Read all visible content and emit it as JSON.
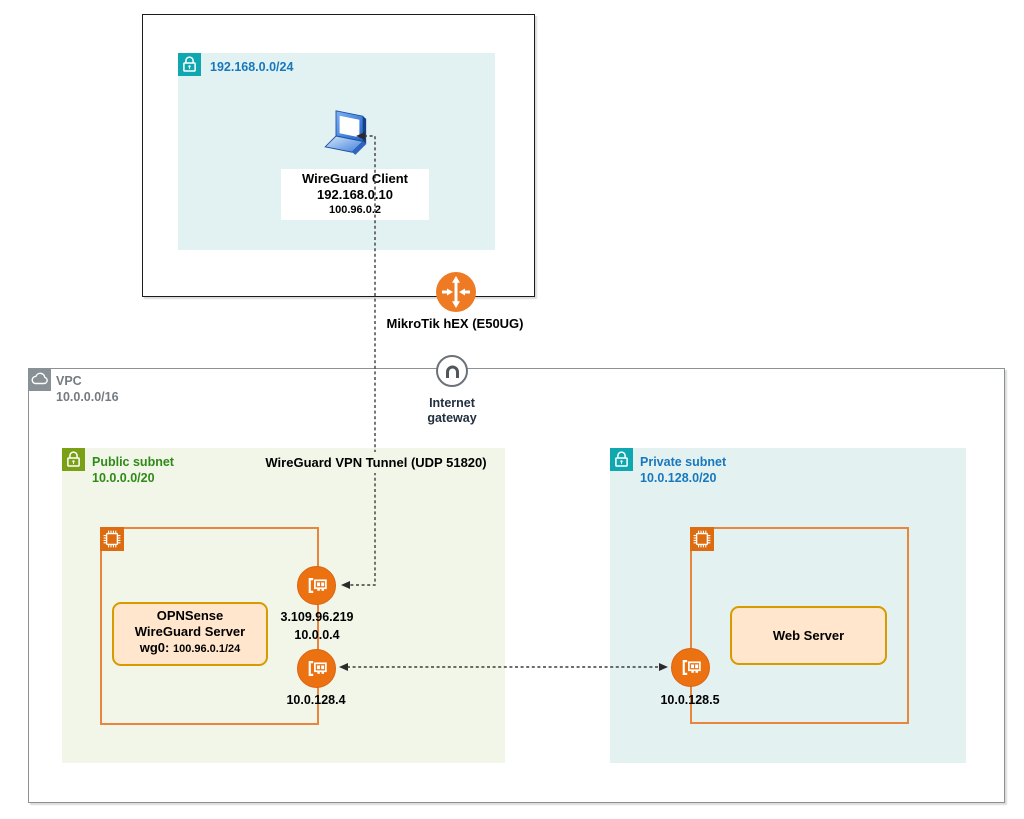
{
  "home_network": {
    "cidr": "192.168.0.0/24",
    "client": {
      "name": "WireGuard Client",
      "lan_ip": "192.168.0.10",
      "vpn_ip": "100.96.0.2"
    }
  },
  "router": {
    "label": "MikroTik hEX (E50UG)"
  },
  "internet_gateway": {
    "line1": "Internet",
    "line2": "gateway"
  },
  "vpc": {
    "name": "VPC",
    "cidr": "10.0.0.0/16"
  },
  "tunnel": {
    "label": "WireGuard VPN Tunnel (UDP 51820)"
  },
  "public_subnet": {
    "name": "Public subnet",
    "cidr": "10.0.0.0/20",
    "server": {
      "line1": "OPNSense",
      "line2": "WireGuard Server",
      "line3_label": "wg0:",
      "line3_value": "100.96.0.1/24"
    },
    "eni_public": {
      "public_ip": "3.109.96.219",
      "private_ip": "10.0.0.4"
    },
    "eni_private": {
      "ip": "10.0.128.4"
    }
  },
  "private_subnet": {
    "name": "Private subnet",
    "cidr": "10.0.128.0/20",
    "server": {
      "label": "Web Server"
    },
    "eni": {
      "ip": "10.0.128.5"
    }
  },
  "icons": {
    "lock": "lock-icon",
    "cloud": "vpc-cloud-icon",
    "chip": "ec2-instance-icon",
    "network_card": "network-interface-icon",
    "router": "router-arrows-icon",
    "internet_gateway": "internet-gateway-icon",
    "laptop": "laptop-icon"
  },
  "colors": {
    "aws_orange": "#ec7211",
    "chip_orange": "#dd6b10",
    "instance_border": "#e8863d",
    "node_fill": "#ffe6cc",
    "node_border": "#d79b00",
    "teal_badge": "#0fa7b0",
    "green_badge": "#7aa116",
    "gray_badge": "#879196",
    "blue_label": "#1778be",
    "green_label": "#2f8a16",
    "gray_label": "#757b80",
    "navy_label": "#232f3e",
    "home_subnet_fill": "#e2f1f1",
    "public_subnet_fill": "#f2f6e9",
    "private_subnet_fill": "#e4f1f1"
  }
}
